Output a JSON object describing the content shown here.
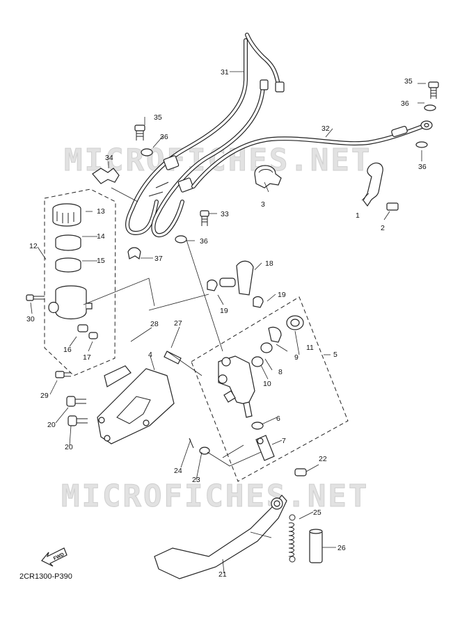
{
  "diagram_code": "2CR1300-P390",
  "fwd_label": "FWD",
  "watermarks": [
    "MICROFICHES.NET",
    "MICROFICHES.NET"
  ],
  "callouts": [
    "1",
    "2",
    "3",
    "4",
    "5",
    "6",
    "7",
    "8",
    "9",
    "10",
    "11",
    "12",
    "13",
    "14",
    "15",
    "16",
    "17",
    "18",
    "19",
    "19",
    "20",
    "20",
    "21",
    "22",
    "23",
    "24",
    "25",
    "26",
    "27",
    "28",
    "29",
    "30",
    "31",
    "32",
    "33",
    "34",
    "35",
    "35",
    "36",
    "36",
    "36",
    "36",
    "37"
  ],
  "colors": {
    "line": "#222222",
    "watermark": "#e2e2e2"
  }
}
